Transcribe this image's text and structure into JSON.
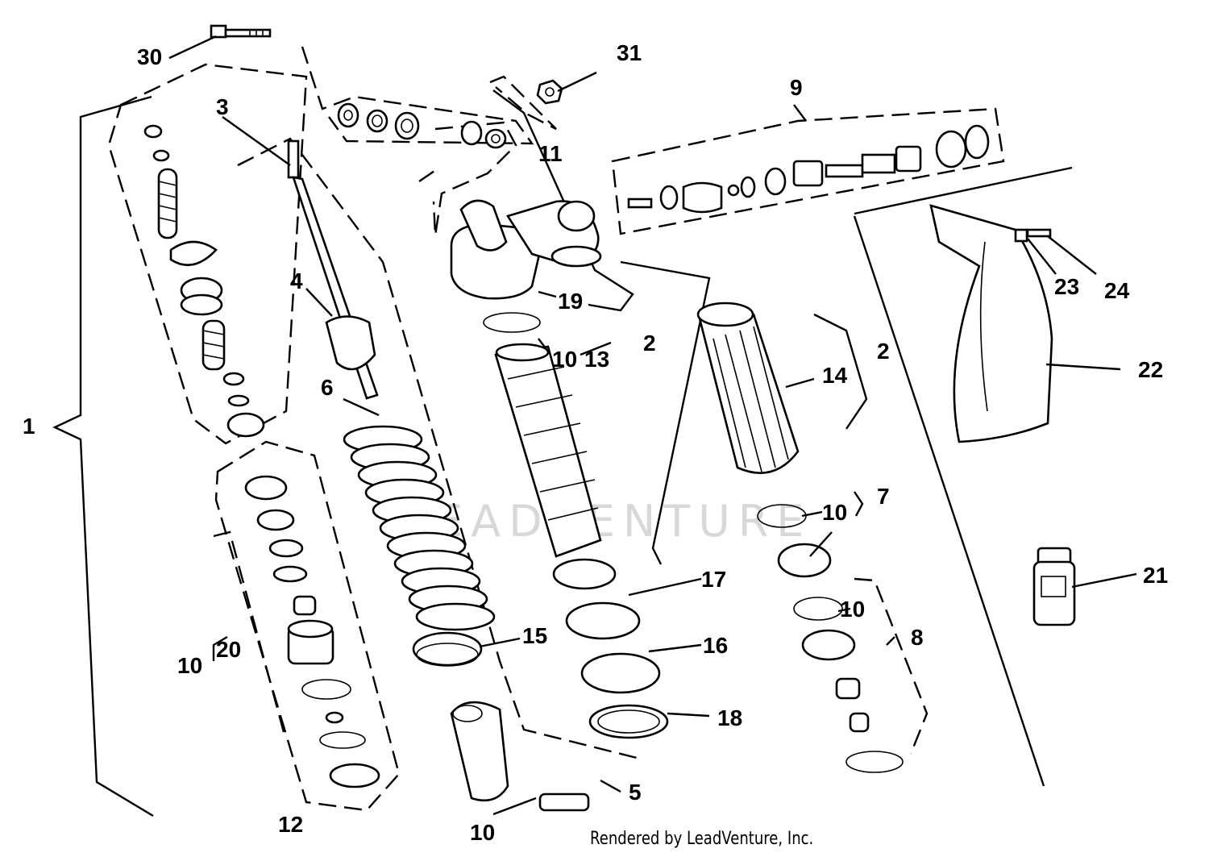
{
  "footer": "Rendered by LeadVenture, Inc.",
  "watermark": "LEADVENTURE",
  "callouts": {
    "c1": "1",
    "c2a": "2",
    "c2b": "2",
    "c3": "3",
    "c4": "4",
    "c5": "5",
    "c6": "6",
    "c7": "7",
    "c8": "8",
    "c9": "9",
    "c10a": "10",
    "c10b": "10",
    "c10c": "10",
    "c10d": "10",
    "c10e": "10",
    "c11": "11",
    "c12": "12",
    "c13": "13",
    "c14": "14",
    "c15": "15",
    "c16": "16",
    "c17": "17",
    "c18": "18",
    "c19": "19",
    "c20": "20",
    "c21": "21",
    "c22": "22",
    "c23": "23",
    "c24": "24",
    "c30": "30",
    "c31": "31"
  }
}
